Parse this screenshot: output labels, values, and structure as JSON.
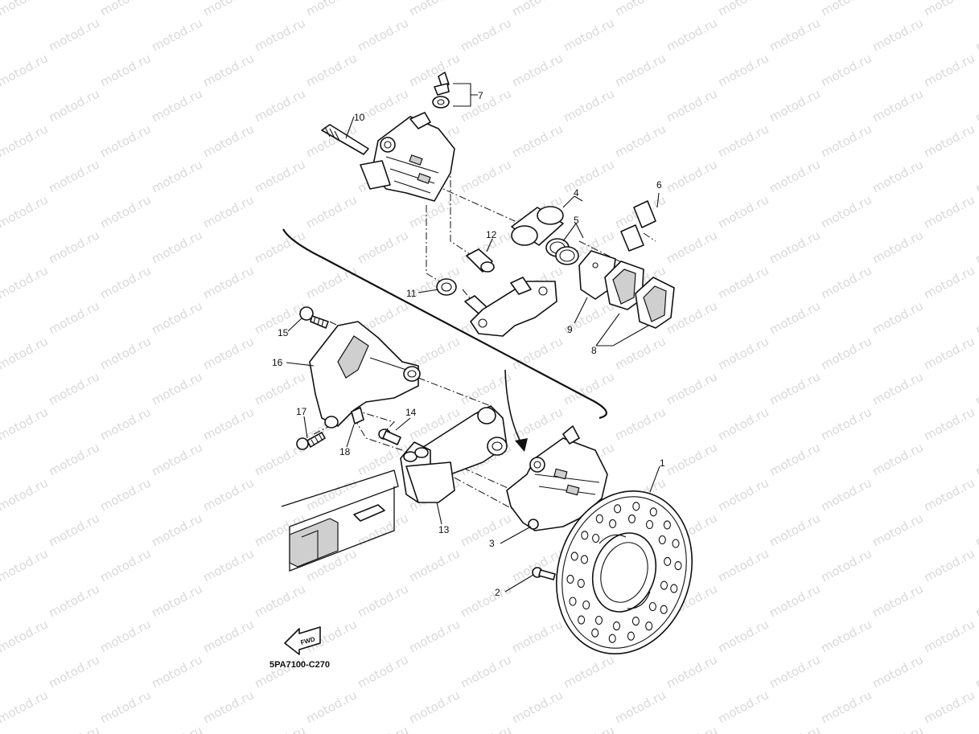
{
  "watermark": {
    "text": "motod.ru"
  },
  "callouts": [
    "1",
    "2",
    "3",
    "4",
    "5",
    "6",
    "7",
    "8",
    "9",
    "10",
    "11",
    "12",
    "13",
    "14",
    "15",
    "16",
    "17",
    "18"
  ],
  "diagram_code": "5PA7100-C270",
  "fwd_label": "FWD",
  "colors": {
    "line": "#111111",
    "watermark": "#d9d9d9",
    "background": "#ffffff"
  }
}
